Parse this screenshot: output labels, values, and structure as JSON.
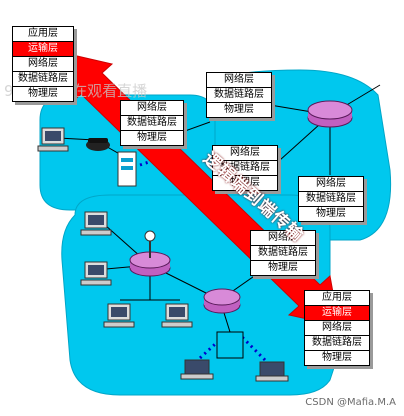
{
  "stacks": {
    "host_left": {
      "layers": [
        "应用层",
        "运输层",
        "网络层",
        "数据链路层",
        "物理层"
      ],
      "highlight": "运输层"
    },
    "router_a": {
      "layers": [
        "网络层",
        "数据链路层",
        "物理层"
      ]
    },
    "router_b": {
      "layers": [
        "网络层",
        "数据链路层",
        "物理层"
      ]
    },
    "router_c": {
      "layers": [
        "网络层",
        "数据链路层",
        "物理层"
      ]
    },
    "router_d": {
      "layers": [
        "网络层",
        "数据链路层",
        "物理层"
      ]
    },
    "router_e": {
      "layers": [
        "网络层",
        "数据链路层",
        "物理层"
      ]
    },
    "host_right": {
      "layers": [
        "应用层",
        "运输层",
        "网络层",
        "数据链路层",
        "物理层"
      ],
      "highlight": "运输层"
    }
  },
  "arrow": {
    "label": "逻辑端到端传输",
    "color": "#ff0000"
  },
  "watermark": {
    "text": "98…82正在观看直播"
  },
  "credit": {
    "text": "CSDN @Mafia.M.A"
  },
  "colors": {
    "network": "#00c8ee",
    "router": "#c060c0",
    "highlight": "#ff0000"
  },
  "icons": [
    "desktop-computer-icon",
    "telephone-icon",
    "server-icon",
    "antenna-icon",
    "laptop-icon",
    "router-icon",
    "switch-icon"
  ]
}
